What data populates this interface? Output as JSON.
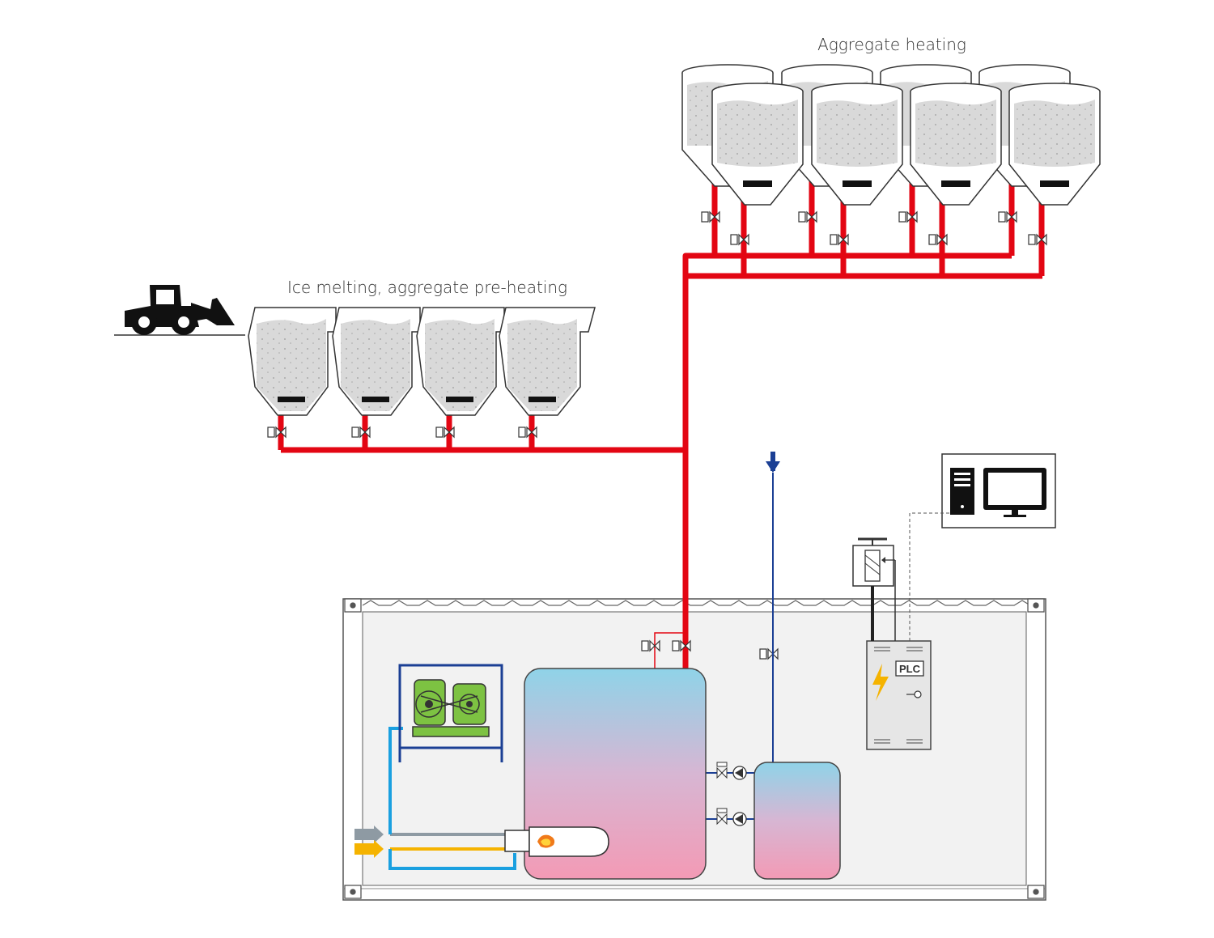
{
  "labels": {
    "aggregate_heating": "Aggregate heating",
    "ice_melting": "Ice melting, aggregate pre-heating",
    "plc": "PLC"
  },
  "colors": {
    "hot_pipe": "#e30613",
    "cold_water": "#1b3f94",
    "light_blue_line": "#1aa0e0",
    "gas_line": "#8e9aa3",
    "fuel_line": "#f5b300",
    "motor_green": "#7dc242",
    "container_fill": "#f2f2f2",
    "silo_fill": "#d9d9d9"
  },
  "icons": {
    "loader": "wheel-loader-icon",
    "computer": "desktop-computer-icon",
    "flame": "flame-icon",
    "lightning": "lightning-icon",
    "key": "key-icon"
  }
}
